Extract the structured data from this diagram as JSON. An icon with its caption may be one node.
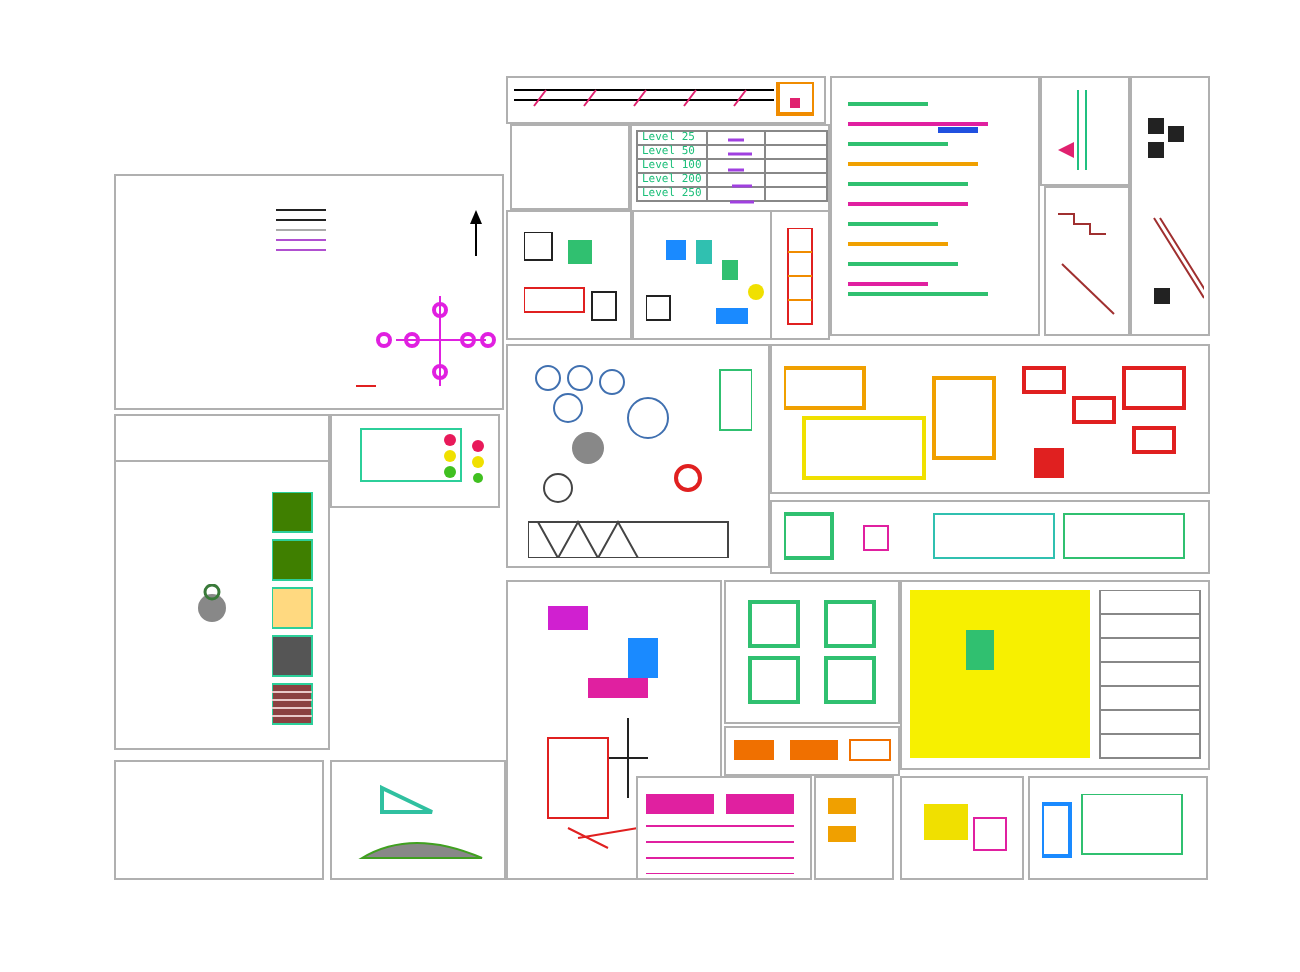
{
  "diagram": {
    "labels": [
      "Level 25",
      "Level 50",
      "Level 100",
      "Level 200",
      "Level 250"
    ]
  }
}
